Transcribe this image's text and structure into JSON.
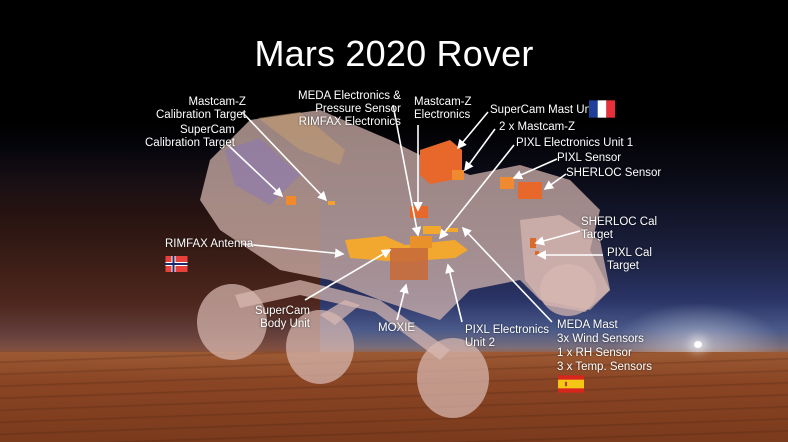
{
  "title": "Mars 2020 Rover",
  "labels": {
    "mastcam_cal": [
      "Mastcam-Z",
      "Calibration Target"
    ],
    "supercam_cal": [
      "SuperCam",
      "Calibration Target"
    ],
    "meda_electronics": [
      "MEDA Electronics &",
      "Pressure Sensor",
      "RIMFAX Electronics"
    ],
    "mastcam_electronics": [
      "Mastcam-Z",
      "Electronics"
    ],
    "supercam_mast": "SuperCam Mast Unit",
    "mastcam_z": "2 x Mastcam-Z",
    "pixl_eu1": "PIXL Electronics Unit 1",
    "pixl_sensor": "PIXL Sensor",
    "sherloc_sensor": "SHERLOC Sensor",
    "sherloc_cal": [
      "SHERLOC Cal",
      "Target"
    ],
    "pixl_cal": [
      "PIXL Cal",
      "Target"
    ],
    "rimfax_antenna": "RIMFAX Antenna",
    "supercam_body": [
      "SuperCam",
      "Body Unit"
    ],
    "moxie": "MOXIE",
    "pixl_eu2": [
      "PIXL Electronics",
      "Unit 2"
    ],
    "meda_mast": [
      "MEDA Mast",
      "3x Wind Sensors",
      "1 x RH Sensor",
      "3 x Temp. Sensors"
    ]
  },
  "flags": {
    "france": {
      "name": "France",
      "colors": [
        "#1f3f9a",
        "#ffffff",
        "#e8303a"
      ]
    },
    "norway": {
      "name": "Norway",
      "colors": [
        "#e8403a",
        "#ffffff",
        "#1a2a6a"
      ]
    },
    "spain": {
      "name": "Spain",
      "colors": [
        "#d8261c",
        "#f6c616",
        "#d8261c"
      ]
    }
  },
  "colors": {
    "instrument_orange": "#e8672a",
    "instrument_yellow": "#f2a82e",
    "rover_body": "#c9a9a4",
    "label_text": "#ffffff"
  }
}
